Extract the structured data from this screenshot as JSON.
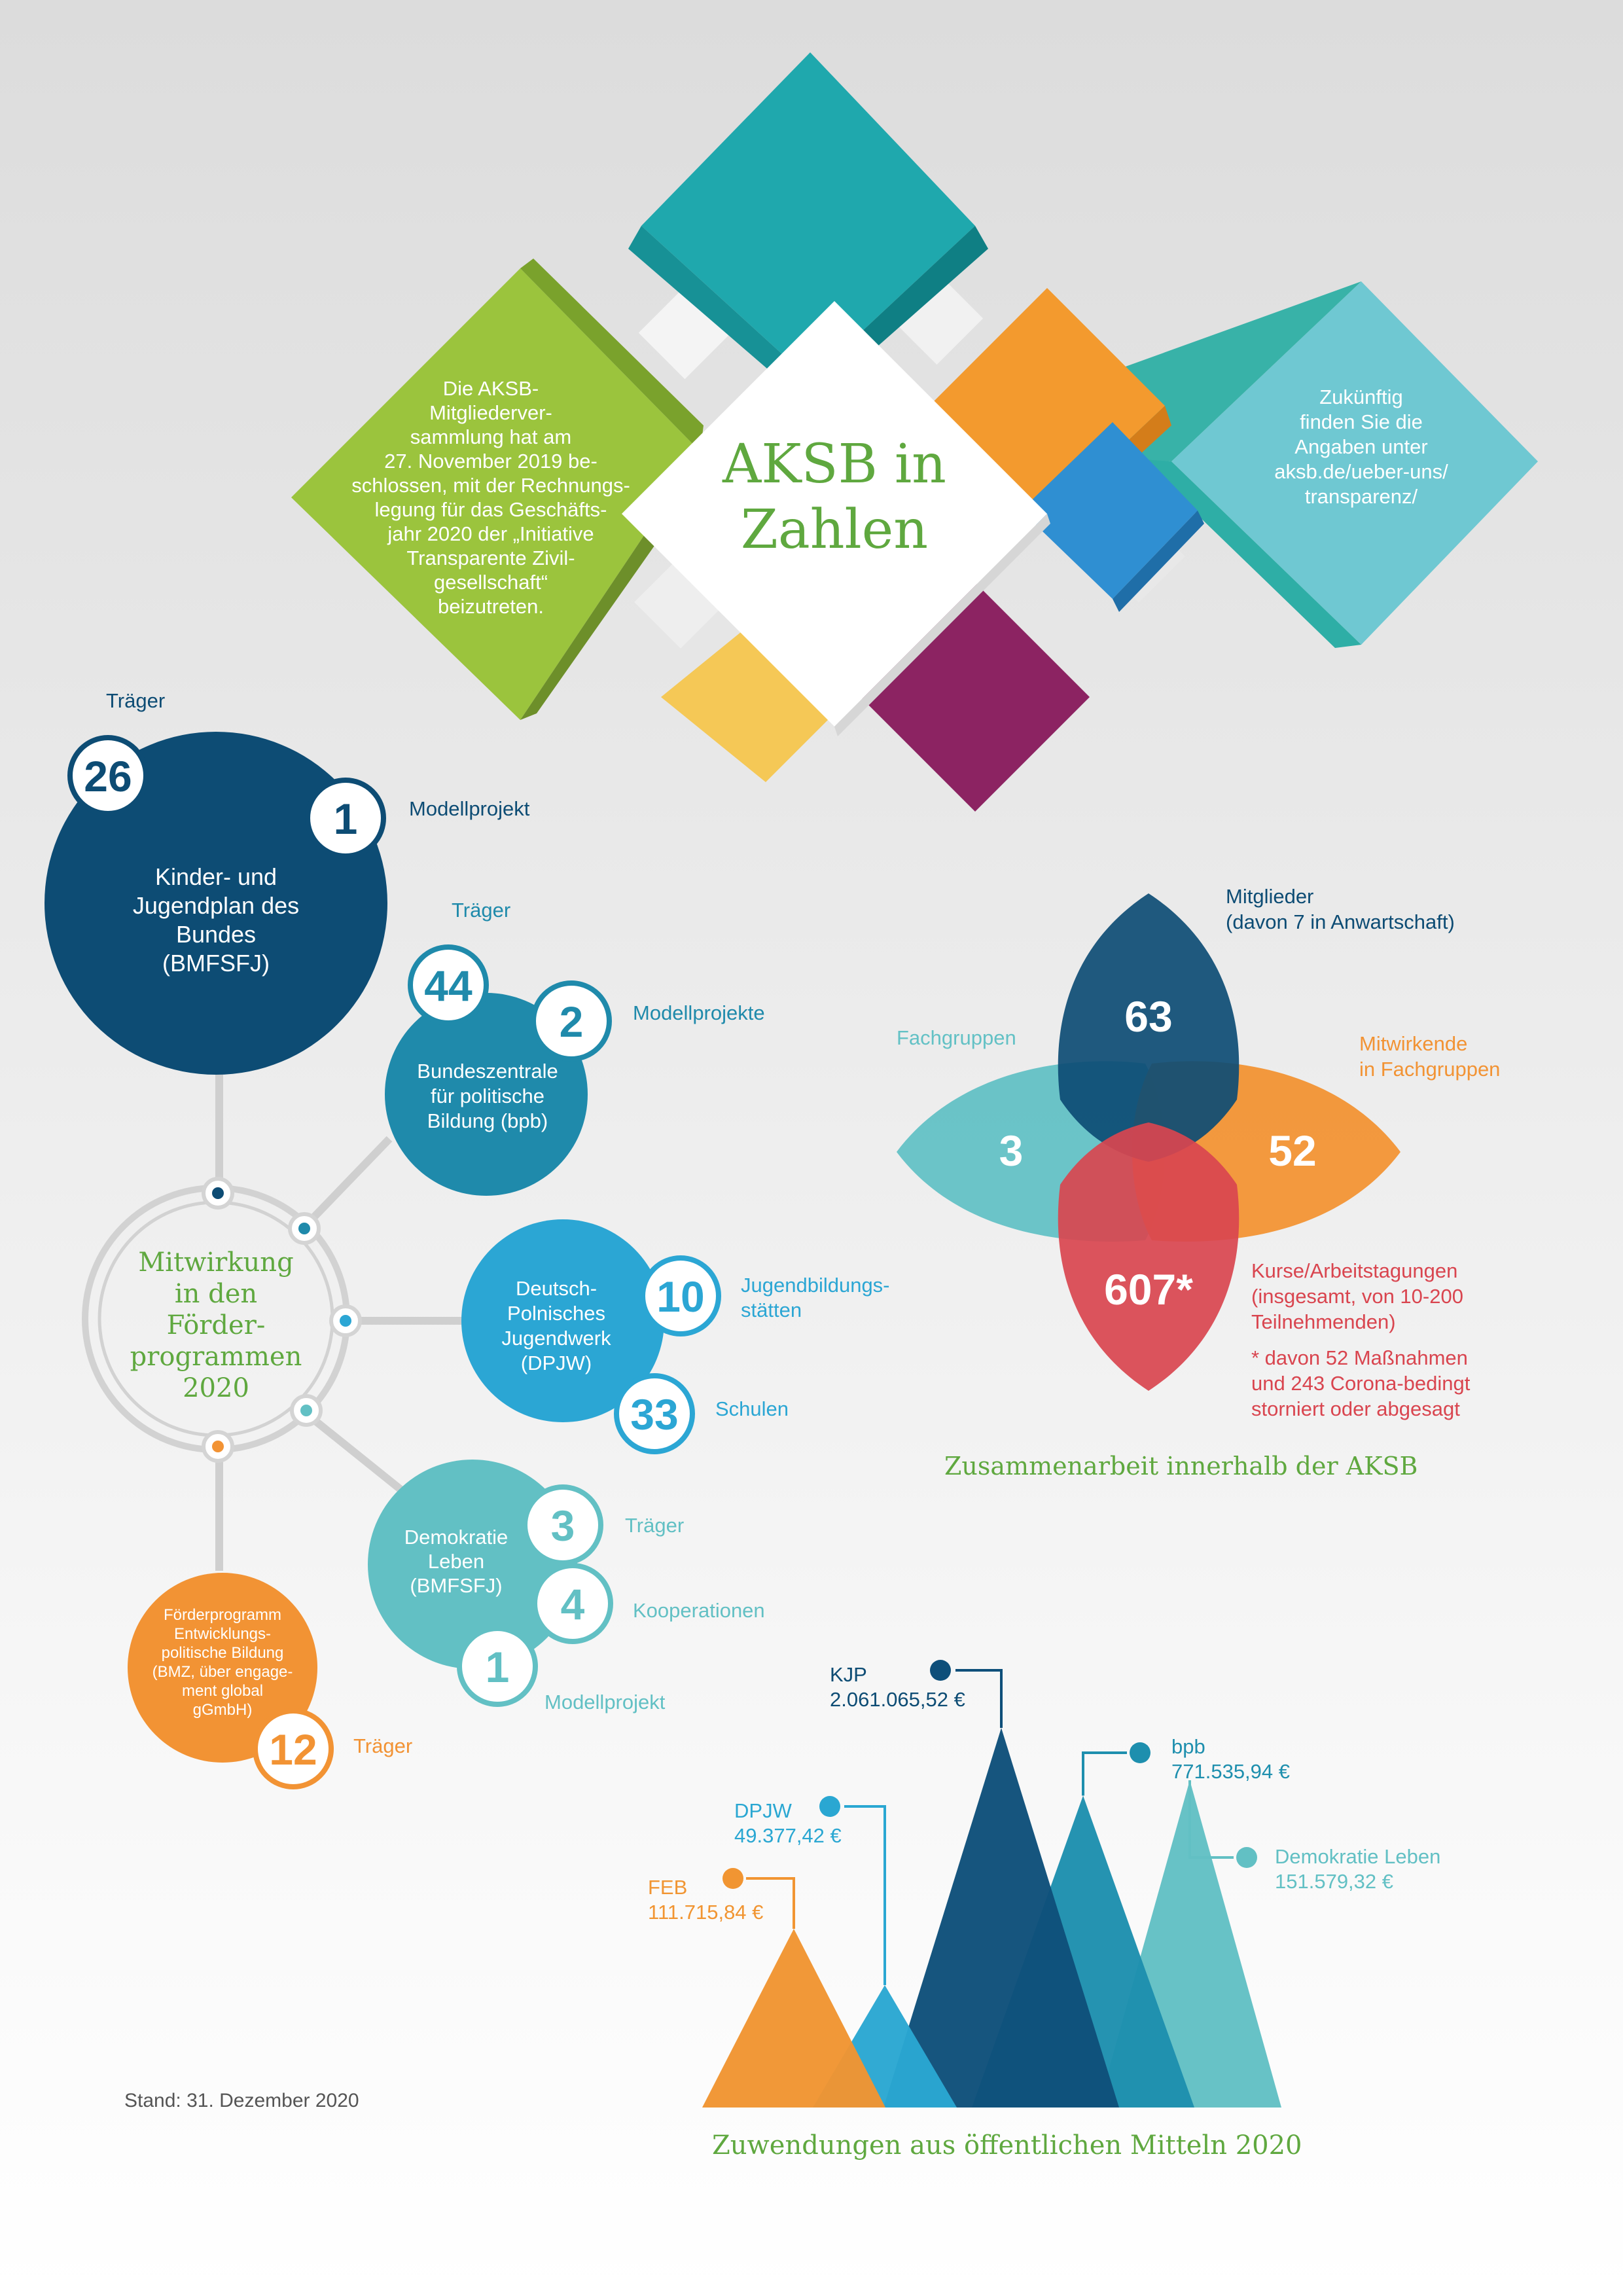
{
  "header": {
    "title_line1": "AKSB in",
    "title_line2": "Zahlen",
    "green_note_lines": [
      "Die AKSB-",
      "Mitgliederver-",
      "sammlung hat am",
      "27. November 2019 be-",
      "schlossen, mit der Rechnungs-",
      "legung für das Geschäfts-",
      "jahr 2020 der „Initiative",
      "Transparente Zivil-",
      "gesellschaft“",
      "beizutreten."
    ],
    "cyan_note_lines": [
      "Zukünftig",
      "finden Sie die",
      "Angaben unter",
      "aksb.de/ueber-uns/",
      "transparenz/"
    ]
  },
  "network": {
    "center_label_lines": [
      "Mitwirkung",
      "in den",
      "Förder-",
      "programmen",
      "2020"
    ],
    "kjp": {
      "name_lines": [
        "Kinder- und",
        "Jugendplan des",
        "Bundes",
        "(BMFSFJ)"
      ],
      "traeger_value": "26",
      "traeger_label": "Träger",
      "modell_value": "1",
      "modell_label": "Modellprojekt"
    },
    "bpb": {
      "name_lines": [
        "Bundeszentrale",
        "für politische",
        "Bildung (bpb)"
      ],
      "traeger_value": "44",
      "traeger_label": "Träger",
      "modell_value": "2",
      "modell_label": "Modellprojekte"
    },
    "dpjw": {
      "name_lines": [
        "Deutsch-",
        "Polnisches",
        "Jugendwerk",
        "(DPJW)"
      ],
      "jbs_value": "10",
      "jbs_label_lines": [
        "Jugendbildungs-",
        "stätten"
      ],
      "schulen_value": "33",
      "schulen_label": "Schulen"
    },
    "demokratie": {
      "name_lines": [
        "Demokratie",
        "Leben",
        "(BMFSFJ)"
      ],
      "traeger_value": "3",
      "traeger_label": "Träger",
      "koop_value": "4",
      "koop_label": "Kooperationen",
      "modell_value": "1",
      "modell_label": "Modellprojekt"
    },
    "feb": {
      "name_lines": [
        "Förderprogramm",
        "Entwicklungs-",
        "politische Bildung",
        "(BMZ, über engage-",
        "ment global",
        "gGmbH)"
      ],
      "traeger_value": "12",
      "traeger_label": "Träger"
    }
  },
  "petals": {
    "title": "Zusammenarbeit innerhalb der AKSB",
    "mitglieder": {
      "value": "63",
      "label_lines": [
        "Mitglieder",
        "(davon 7 in Anwartschaft)"
      ]
    },
    "fachgruppen": {
      "value": "3",
      "label": "Fachgruppen"
    },
    "mitwirkende": {
      "value": "52",
      "label_lines": [
        "Mitwirkende",
        "in Fachgruppen"
      ]
    },
    "kurse": {
      "value": "607*",
      "label_lines": [
        "Kurse/Arbeitstagungen",
        "(insgesamt, von 10-200",
        "Teilnehmenden)"
      ],
      "note_lines": [
        "* davon 52 Maßnahmen",
        "und 243 Corona-bedingt",
        "storniert oder abgesagt"
      ]
    }
  },
  "chart_data": {
    "type": "area",
    "title": "Zuwendungen aus öffentlichen Mitteln 2020",
    "unit": "€",
    "series": [
      {
        "name": "KJP",
        "value": 2061065.52,
        "label": "2.061.065,52 €",
        "color": "#0e4f7a"
      },
      {
        "name": "bpb",
        "value": 771535.94,
        "label": "771.535,94 €",
        "color": "#1e8fae"
      },
      {
        "name": "DPJW",
        "value": 49377.42,
        "label": "49.377,42 €",
        "color": "#2aa7d2"
      },
      {
        "name": "Demokratie Leben",
        "value": 151579.32,
        "label": "151.579,32 €",
        "color": "#62c0c4"
      },
      {
        "name": "FEB",
        "value": 111715.84,
        "label": "111.715,84 €",
        "color": "#f19532"
      }
    ]
  },
  "footer": {
    "stand": "Stand: 31. Dezember 2020"
  },
  "colors": {
    "green": "#5fa83f",
    "navy": "#0d4c74",
    "bpb_blue": "#1f8aab",
    "dpjw_blue": "#2ba6d4",
    "teal": "#62c0c4",
    "orange": "#f29334",
    "red": "#d9454f",
    "magenta": "#8d2461",
    "yellow": "#f5c44c"
  }
}
